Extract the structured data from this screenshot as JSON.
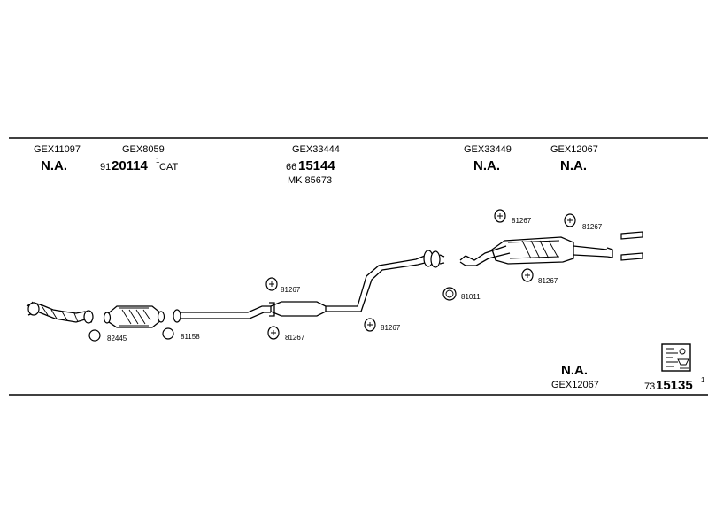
{
  "header_refs": [
    {
      "code": "GEX11097",
      "value": "N.A."
    },
    {
      "code": "GEX8059",
      "prefix": "91",
      "value": "20114",
      "sup": "1",
      "suffix": "CAT"
    },
    {
      "code": "GEX33444",
      "prefix": "66",
      "value": "15144",
      "extra": "MK 85673"
    },
    {
      "code": "GEX33449",
      "value": "N.A."
    },
    {
      "code": "GEX12067",
      "value": "N.A."
    }
  ],
  "part_labels": [
    "82445",
    "81158",
    "81267",
    "81267",
    "81267",
    "81011",
    "81267",
    "81267",
    "81267"
  ],
  "footer": {
    "value": "N.A.",
    "code": "GEX12067",
    "kit_prefix": "73",
    "kit_number": "15135",
    "kit_sup": "1"
  },
  "icons": [
    "catalog-book-icon"
  ]
}
